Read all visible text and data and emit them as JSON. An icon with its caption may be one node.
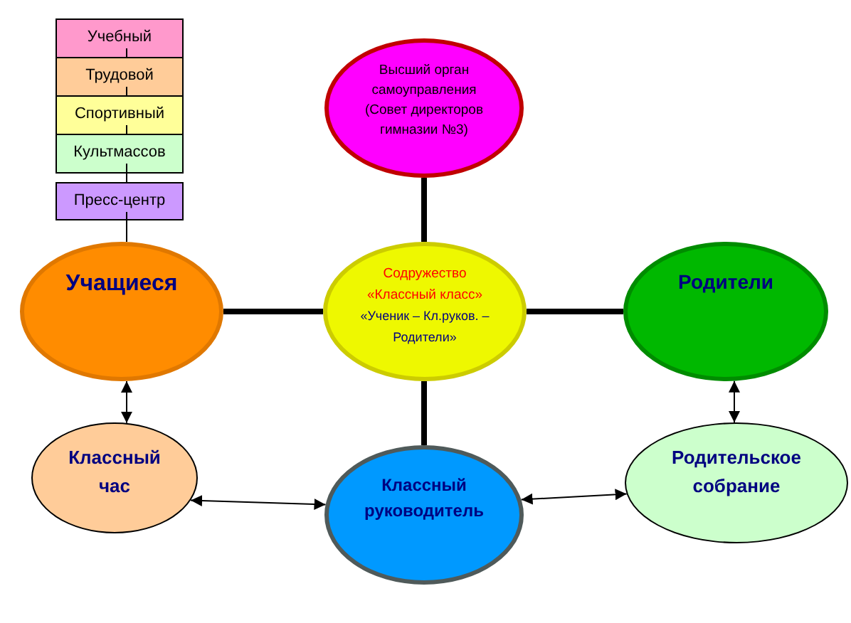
{
  "diagram": {
    "nodes": [
      {
        "text": [
          "Учебный"
        ]
      },
      {
        "text": [
          "Трудовой"
        ]
      },
      {
        "text": [
          "Спортивный"
        ]
      },
      {
        "text": [
          "Культмассов"
        ]
      },
      {
        "text": [
          "Пресс-центр"
        ]
      },
      {
        "text": [
          "Высший орган самоуправления (Совет директоров гимназии №3)"
        ]
      },
      {
        "text": [
          "Содружество «Классный класс»",
          "«Ученик – Кл.руков. – Родители»"
        ]
      },
      {
        "text": [
          "Учащиеся"
        ]
      },
      {
        "text": [
          "Родители"
        ]
      },
      {
        "text": [
          "Классный час"
        ]
      },
      {
        "text": [
          "Классный руководитель"
        ]
      },
      {
        "text": [
          "Родительское собрание"
        ]
      }
    ],
    "edges": [
      {
        "from": 0,
        "to": 1,
        "arrow": "none"
      },
      {
        "from": 1,
        "to": 2,
        "arrow": "none"
      },
      {
        "from": 2,
        "to": 3,
        "arrow": "none"
      },
      {
        "from": 3,
        "to": 4,
        "arrow": "none"
      },
      {
        "from": 4,
        "to": 7,
        "arrow": "none"
      },
      {
        "from": 5,
        "to": 6,
        "arrow": "none",
        "style": "thick"
      },
      {
        "from": 7,
        "to": 6,
        "arrow": "none",
        "style": "thick"
      },
      {
        "from": 6,
        "to": 8,
        "arrow": "none",
        "style": "thick"
      },
      {
        "from": 6,
        "to": 10,
        "arrow": "none",
        "style": "thick"
      },
      {
        "from": 7,
        "to": 9,
        "arrow": "both"
      },
      {
        "from": 8,
        "to": 11,
        "arrow": "both"
      },
      {
        "from": 9,
        "to": 10,
        "arrow": "both"
      },
      {
        "from": 10,
        "to": 11,
        "arrow": "both"
      }
    ]
  }
}
